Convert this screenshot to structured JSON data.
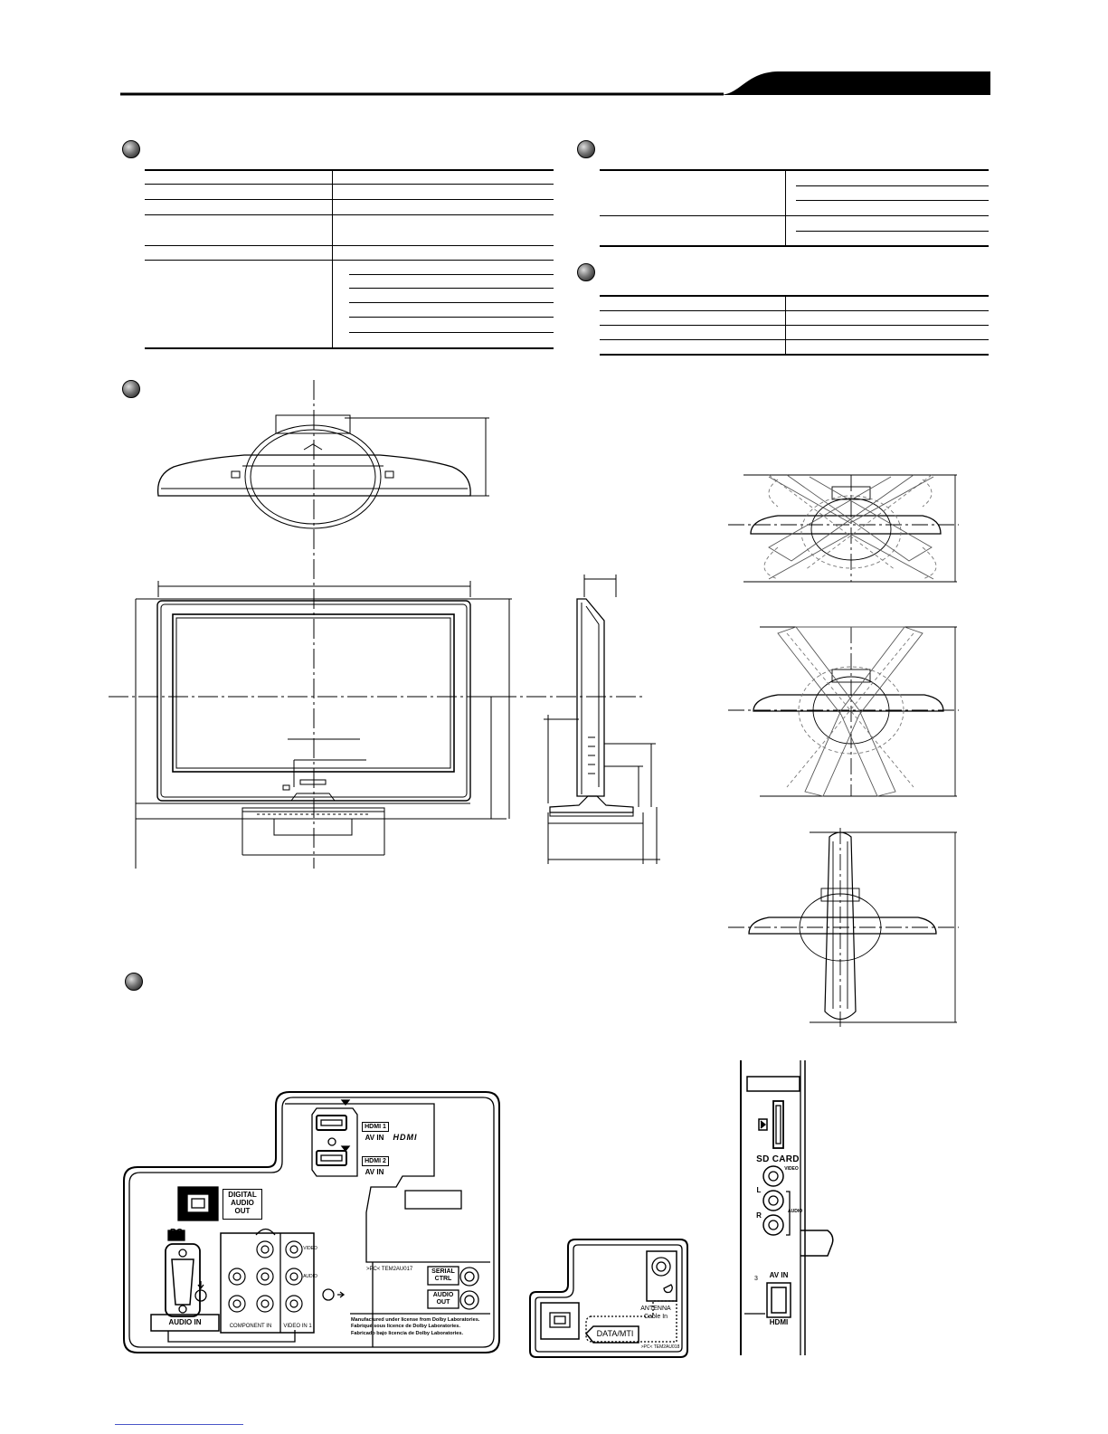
{
  "rear_panel": {
    "hdmi1_badge": "HDMI 1",
    "hdmi2_badge": "HDMI 2",
    "hdmi1_avin": "AV IN",
    "hdmi2_avin": "AV IN",
    "hdmi_logo": "HDMI",
    "digital_audio_out": [
      "DIGITAL",
      "AUDIO",
      "OUT"
    ],
    "pc_label": "PC",
    "audio_in_label": "AUDIO IN",
    "model_code": ">PC< TEM2AU017",
    "serial_ctrl": [
      "SERIAL",
      "CTRL"
    ],
    "audio_out": [
      "AUDIO",
      "OUT"
    ],
    "component_in": "COMPONENT  IN",
    "video_in_1": "VIDEO  IN 1",
    "video_label": "VIDEO",
    "audio_label": "AUDIO",
    "dolby_notice": [
      "Manufactured under license from Dolby Laboratories.",
      "Fabriqué sous licence de Dolby Laboratories.",
      "Fabricado bajo licencia de Dolby Laboratories."
    ]
  },
  "antenna_panel": {
    "antenna_label": [
      "ANTENNA",
      "Cable In"
    ],
    "data_mti_label": "DATA/MTI",
    "model_code": ">PC< TEM2AU018"
  },
  "side_panel": {
    "sd_card": "SD CARD",
    "video": "VIDEO",
    "audio": "AUDIO",
    "l": "L",
    "r": "R",
    "av_in": "AV IN",
    "hdmi": "HDMI",
    "side_number": "3"
  },
  "icons": [
    "bullet-icon",
    "sd-card-icon",
    "usb-icon",
    "antenna-icon"
  ]
}
